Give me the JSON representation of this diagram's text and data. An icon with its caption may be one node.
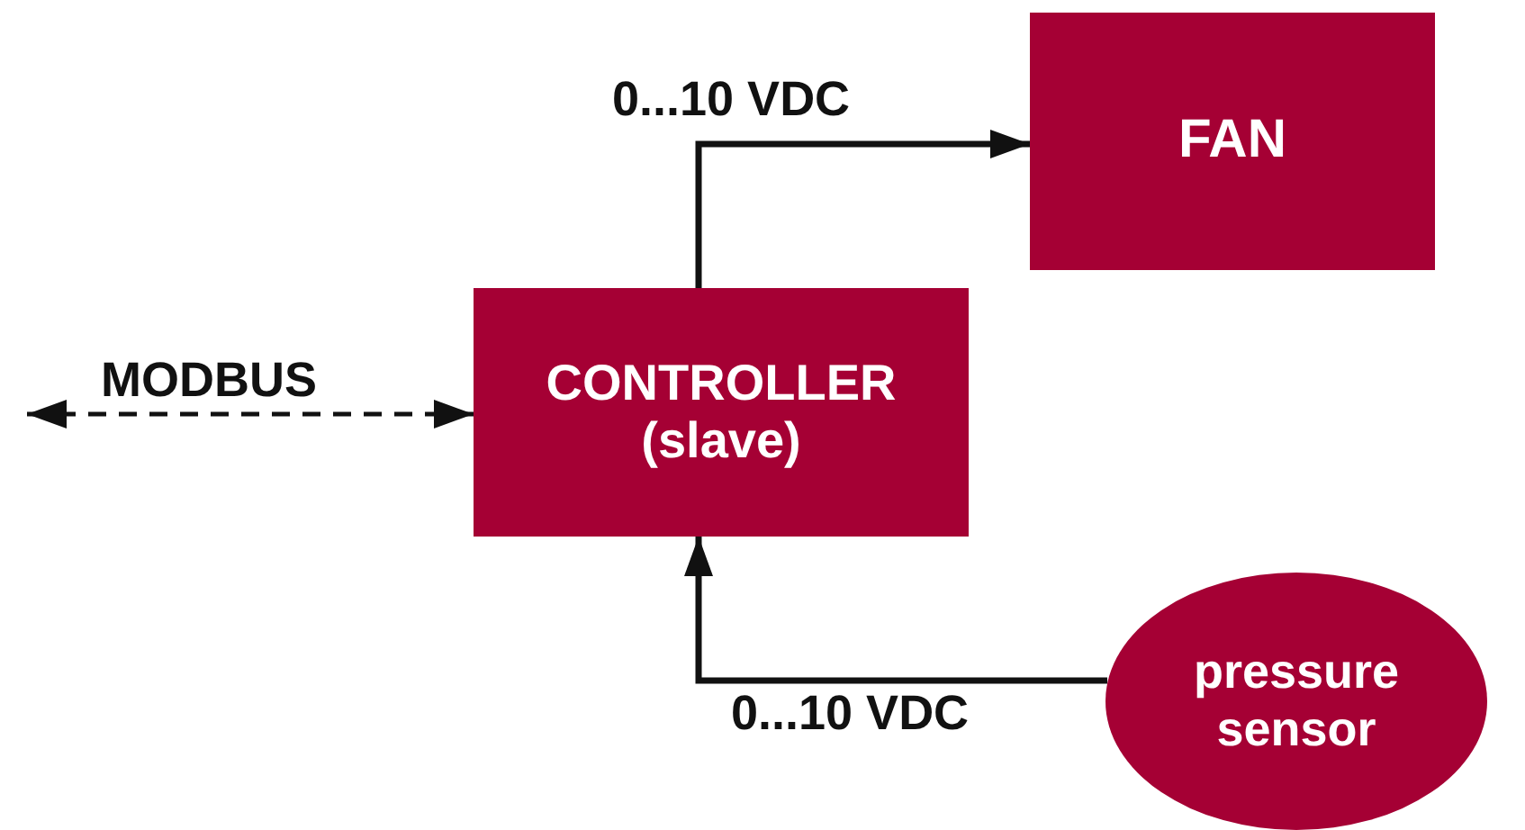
{
  "diagram": {
    "nodes": [
      {
        "text": [
          "FAN"
        ]
      },
      {
        "text": [
          "CONTROLLER",
          "(slave)"
        ]
      },
      {
        "text": [
          "pressure sensor"
        ]
      }
    ],
    "edges": [
      {
        "from": null,
        "to": 1,
        "arrow": "both",
        "label": "MODBUS",
        "style": "dashed"
      },
      {
        "from": 1,
        "to": 0,
        "arrow": "to",
        "label": "0...10 VDC"
      },
      {
        "from": 2,
        "to": 1,
        "arrow": "to",
        "label": "0...10 VDC"
      }
    ]
  }
}
